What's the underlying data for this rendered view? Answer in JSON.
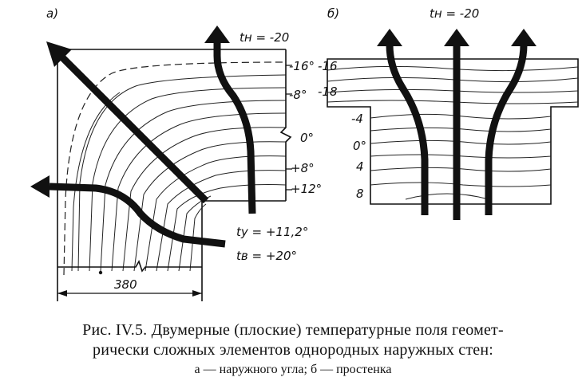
{
  "panel_a": {
    "letter": "а)",
    "t_outer": "tн = -20",
    "isotherm_labels": [
      "-16°",
      "-16",
      "-8°",
      "0°",
      "+8°",
      "+12°"
    ],
    "t_corner": "tу = +11,2°",
    "t_inner": "tв = +20°",
    "dimension": "380"
  },
  "panel_b": {
    "letter": "б)",
    "t_outer": "tн = -20",
    "isotherm_labels": [
      "-18",
      "-4",
      "0°",
      "4",
      "8"
    ]
  },
  "caption": {
    "line1": "Рис. IV.5. Двумерные (плоские) температурные поля геомет-",
    "line2": "рически сложных элементов однородных наружных стен:",
    "line3": "а — наружного угла; б — простенка"
  }
}
